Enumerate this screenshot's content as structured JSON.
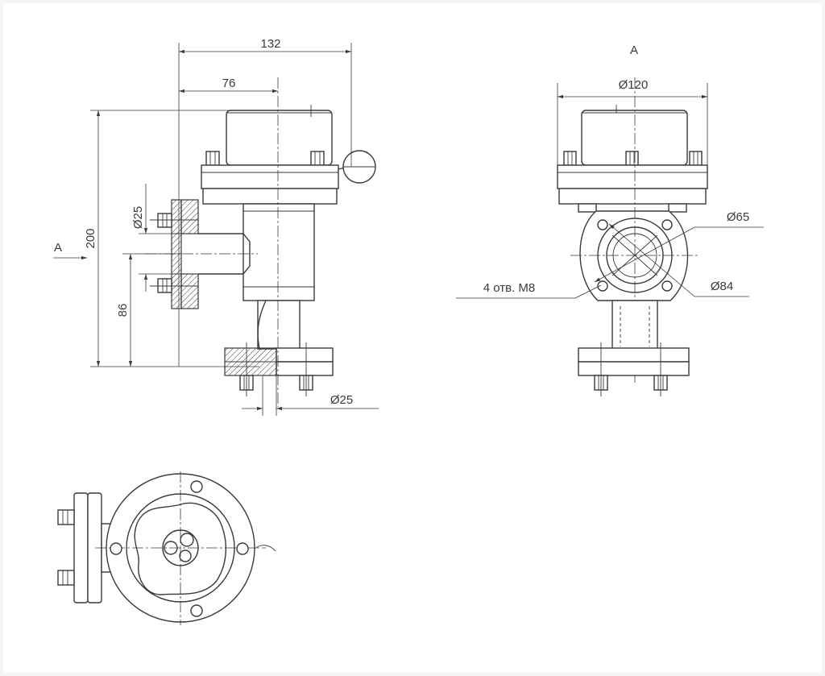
{
  "dimensions": {
    "overall_width": "132",
    "axis_offset": "76",
    "overall_height": "200",
    "outlet_height": "86",
    "inlet_dia": "Ø25",
    "outlet_dia": "Ø25",
    "body_dia": "Ø120",
    "bore_dia": "Ø65",
    "bolt_circle_dia": "Ø84",
    "holes": "4 отв. M8"
  },
  "views": {
    "view_arrow_label": "A",
    "view_title": "A"
  },
  "colors": {
    "line": "#3a3a3a",
    "sheet": "#ffffff",
    "background": "#f4f4f4"
  }
}
